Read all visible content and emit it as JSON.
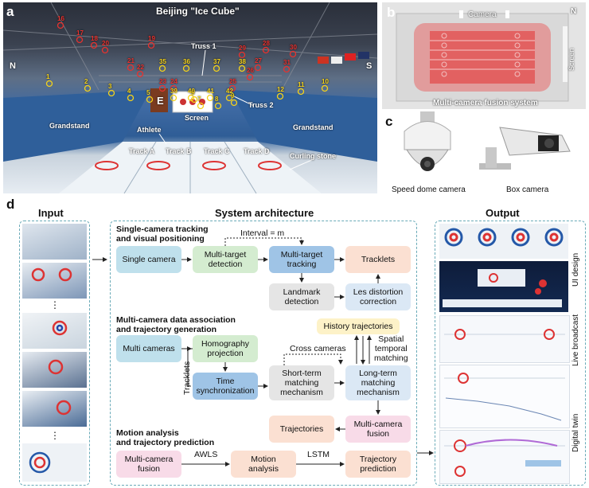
{
  "panels": {
    "a": "a",
    "b": "b",
    "c": "c",
    "d": "d"
  },
  "panel_a": {
    "title": "Beijing \"Ice Cube\"",
    "dir_n": "N",
    "dir_s": "S",
    "truss1": "Truss 1",
    "truss2": "Truss 2",
    "screen": "Screen",
    "e_mark": "E",
    "grandstand_left": "Grandstand",
    "grandstand_right": "Grandstand",
    "athlete": "Athlete",
    "tracks": [
      "Track A",
      "Track B",
      "Track C",
      "Track D"
    ],
    "curling_stone": "Curling stone",
    "cams_red": [
      "16",
      "17",
      "18",
      "19",
      "20",
      "21",
      "22",
      "23",
      "24",
      "25",
      "26",
      "27",
      "28",
      "29",
      "30",
      "31"
    ],
    "cams_yellow": [
      "1",
      "2",
      "3",
      "4",
      "5",
      "6",
      "7",
      "8",
      "9",
      "10",
      "11",
      "12",
      "35",
      "36",
      "37",
      "38",
      "39",
      "40",
      "41",
      "42"
    ]
  },
  "panel_b": {
    "camera": "Camera",
    "n": "N",
    "screen": "Screen",
    "caption": "Multi-camera fusion system"
  },
  "panel_c": {
    "speed_dome": "Speed dome camera",
    "box_camera": "Box camera"
  },
  "panel_d": {
    "input_title": "Input",
    "arch_title": "System architecture",
    "output_title": "Output",
    "sec1": "Single-camera tracking\nand visual positioning",
    "interval": "Interval = m",
    "single_camera": "Single camera",
    "mt_detection": "Multi-target\ndetection",
    "mt_tracking": "Multi-target\ntracking",
    "tracklets": "Tracklets",
    "landmark": "Landmark\ndetection",
    "les": "Les distortion\ncorrection",
    "sec2": "Multi-camera data association\nand trajectory generation",
    "history": "History trajectories",
    "multi_cameras": "Multi cameras",
    "homography": "Homography\nprojection",
    "cross_cameras": "Cross cameras",
    "spatial": "Spatial\ntemporal\nmatching",
    "tracklets_v": "Tracklets",
    "time_sync": "Time\nsynchronization",
    "short_term": "Short-term\nmatching\nmechanism",
    "long_term": "Long-term\nmatching\nmechanism",
    "trajectories": "Trajectories",
    "mc_fusion": "Multi-camera\nfusion",
    "sec3": "Motion analysis\nand trajectory prediction",
    "mc_fusion2": "Multi-camera\nfusion",
    "awls": "AWLS",
    "motion_analysis": "Motion\nanalysis",
    "lstm": "LSTM",
    "traj_pred": "Trajectory\nprediction",
    "ui_design": "UI design",
    "live_broadcast": "Live broadcast",
    "digital_twin": "Digital twin",
    "ellipsis": "⋮"
  },
  "colors": {
    "red": "#e8322e",
    "yellow": "#f4d21a",
    "dash": "#6aaab8"
  }
}
